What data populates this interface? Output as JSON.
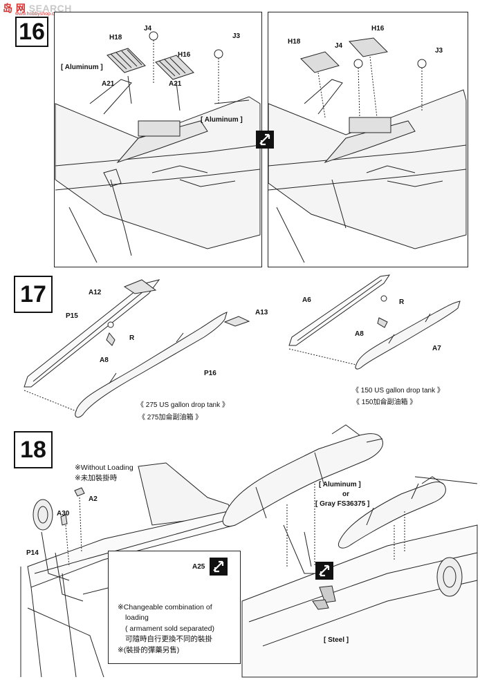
{
  "watermark": {
    "brand_red": "岛 网",
    "brand_gray": " SEARCH",
    "url": "www.hobbyshop.com"
  },
  "steps": [
    "16",
    "17",
    "18"
  ],
  "step16": {
    "left_labels": {
      "j4": "J4",
      "h18": "H18",
      "j3": "J3",
      "h16": "H16",
      "a21a": "A21",
      "a21b": "A21",
      "alum1": "[ Aluminum ]",
      "alum2": "[ Aluminum ]"
    },
    "right_labels": {
      "h16": "H16",
      "h18": "H18",
      "j4": "J4",
      "j3": "J3"
    }
  },
  "step17": {
    "left_labels": {
      "a12": "A12",
      "p15": "P15",
      "r": "R",
      "a8": "A8",
      "a13": "A13",
      "p16": "P16"
    },
    "left_caption_en": "《 275 US gallon drop tank 》",
    "left_caption_cn": "《 275加侖副油箱 》",
    "right_labels": {
      "a6": "A6",
      "r": "R",
      "a8": "A8",
      "a7": "A7"
    },
    "right_caption_en": "《 150 US gallon drop tank 》",
    "right_caption_cn": "《 150加侖副油箱 》"
  },
  "step18": {
    "without_loading_en": "※Without Loading",
    "without_loading_cn": "※未加裝掛時",
    "labels": {
      "a2": "A2",
      "a30": "A30",
      "p14": "P14",
      "a25": "A25",
      "steel": "[ Steel ]"
    },
    "finish_alum": "[ Aluminum ]",
    "finish_or": "or",
    "finish_gray": "[ Gray FS36375 ]",
    "note_lines": [
      "※Changeable combination of",
      "loading",
      "( armament sold separated)",
      "可隨時自行更換不同的裝掛",
      "※(裝掛的彈藥另售)"
    ]
  },
  "icons": [
    "swap-arrows-icon"
  ]
}
